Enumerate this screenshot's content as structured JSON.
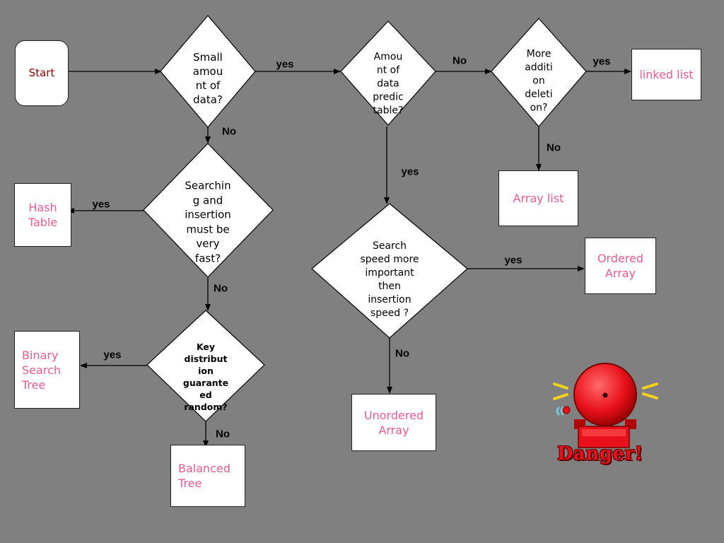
{
  "flowchart": {
    "start": "Start",
    "decisions": {
      "small_amount": "Small\namou\nnt of\ndata?",
      "predictable": "Amou\nnt of\ndata\npredic\ntable?",
      "more_add_del": "More\nadditi\non\ndeleti\non?",
      "fast_search": "Searchin\ng and\ninsertion\nmust be\nvery\nfast?",
      "search_speed": "Search\nspeed more\nimportant\nthen\ninsertion\nspeed ?",
      "key_dist": "Key\ndistribut\nion\nguarante\ned\nrandom?"
    },
    "results": {
      "linked_list": "linked list",
      "array_list": "Array list",
      "hash_table": "Hash\nTable",
      "ordered_array": "Ordered\nArray",
      "binary_search_tree": "Binary\nSearch\nTree",
      "unordered_array": "Unordered\nArray",
      "balanced_tree": "Balanced\nTree"
    },
    "edges": {
      "yes": "yes",
      "no": "No"
    }
  },
  "danger_sign": {
    "text": "Danger!",
    "icon": "alarm-bell-icon"
  },
  "colors": {
    "background": "#808080",
    "result_text": "#ee5a92",
    "start_text": "#8b0000",
    "danger_red": "#e8101a"
  }
}
